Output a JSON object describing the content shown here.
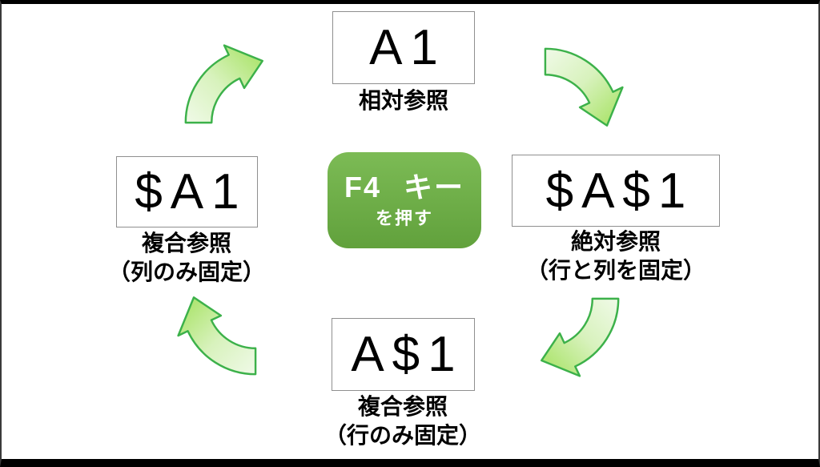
{
  "diagram": {
    "title_hidden": "",
    "center_button": {
      "line1": "F4 キー",
      "line2": "を押す"
    },
    "nodes": [
      {
        "id": "top",
        "ref": "A1",
        "label": "相対参照",
        "sublabel": ""
      },
      {
        "id": "right",
        "ref": "$A$1",
        "label": "絶対参照",
        "sublabel": "（行と列を固定）"
      },
      {
        "id": "bottom",
        "ref": "A$1",
        "label": "複合参照",
        "sublabel": "（行のみ固定）"
      },
      {
        "id": "left",
        "ref": "$A1",
        "label": "複合参照",
        "sublabel": "（列のみ固定）"
      }
    ],
    "arrows": [
      {
        "name": "arrow-left-to-top",
        "from": "$A1",
        "to": "A1"
      },
      {
        "name": "arrow-top-to-right",
        "from": "A1",
        "to": "$A$1"
      },
      {
        "name": "arrow-right-to-bottom",
        "from": "$A$1",
        "to": "A$1"
      },
      {
        "name": "arrow-bottom-to-left",
        "from": "A$1",
        "to": "$A1"
      }
    ],
    "colors": {
      "center_green_top": "#7cbb55",
      "center_green_bottom": "#61a13c",
      "arrow_stroke": "#3cb14a",
      "arrow_fill_light": "#f0fae8",
      "arrow_fill_dark": "#b2e678",
      "box_border": "#8f8f8f",
      "frame_border": "#000000",
      "text": "#000000",
      "center_text": "#ffffff"
    }
  }
}
